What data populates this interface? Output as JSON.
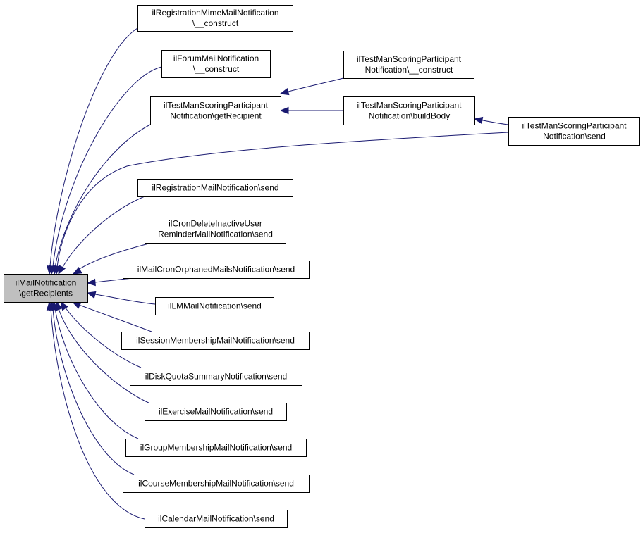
{
  "graph": {
    "nodes": [
      {
        "id": "root",
        "lines": [
          "ilMailNotification",
          "\\getRecipients"
        ]
      },
      {
        "id": "n1",
        "lines": [
          "ilRegistrationMimeMailNotification",
          "\\__construct"
        ]
      },
      {
        "id": "n2",
        "lines": [
          "ilForumMailNotification",
          "\\__construct"
        ]
      },
      {
        "id": "n3",
        "lines": [
          "ilTestManScoringParticipant",
          "Notification\\getRecipient"
        ]
      },
      {
        "id": "n4",
        "lines": [
          "ilTestManScoringParticipant",
          "Notification\\__construct"
        ]
      },
      {
        "id": "n5",
        "lines": [
          "ilTestManScoringParticipant",
          "Notification\\buildBody"
        ]
      },
      {
        "id": "n6",
        "lines": [
          "ilTestManScoringParticipant",
          "Notification\\send"
        ]
      },
      {
        "id": "n7",
        "lines": [
          "ilRegistrationMailNotification\\send"
        ]
      },
      {
        "id": "n8",
        "lines": [
          "ilCronDeleteInactiveUser",
          "ReminderMailNotification\\send"
        ]
      },
      {
        "id": "n9",
        "lines": [
          "ilMailCronOrphanedMailsNotification\\send"
        ]
      },
      {
        "id": "n10",
        "lines": [
          "ilLMMailNotification\\send"
        ]
      },
      {
        "id": "n11",
        "lines": [
          "ilSessionMembershipMailNotification\\send"
        ]
      },
      {
        "id": "n12",
        "lines": [
          "ilDiskQuotaSummaryNotification\\send"
        ]
      },
      {
        "id": "n13",
        "lines": [
          "ilExerciseMailNotification\\send"
        ]
      },
      {
        "id": "n14",
        "lines": [
          "ilGroupMembershipMailNotification\\send"
        ]
      },
      {
        "id": "n15",
        "lines": [
          "ilCourseMembershipMailNotification\\send"
        ]
      },
      {
        "id": "n16",
        "lines": [
          "ilCalendarMailNotification\\send"
        ]
      }
    ],
    "edges": [
      {
        "from": "n1",
        "to": "root"
      },
      {
        "from": "n2",
        "to": "root"
      },
      {
        "from": "n3",
        "to": "root"
      },
      {
        "from": "n6",
        "to": "root"
      },
      {
        "from": "n7",
        "to": "root"
      },
      {
        "from": "n8",
        "to": "root"
      },
      {
        "from": "n9",
        "to": "root"
      },
      {
        "from": "n10",
        "to": "root"
      },
      {
        "from": "n11",
        "to": "root"
      },
      {
        "from": "n12",
        "to": "root"
      },
      {
        "from": "n13",
        "to": "root"
      },
      {
        "from": "n14",
        "to": "root"
      },
      {
        "from": "n15",
        "to": "root"
      },
      {
        "from": "n16",
        "to": "root"
      },
      {
        "from": "n4",
        "to": "n3"
      },
      {
        "from": "n5",
        "to": "n3"
      },
      {
        "from": "n6",
        "to": "n5"
      }
    ],
    "colors": {
      "edge": "#191970",
      "root_fill": "#bfbfbf",
      "node_fill": "#ffffff",
      "border": "#000000"
    }
  }
}
